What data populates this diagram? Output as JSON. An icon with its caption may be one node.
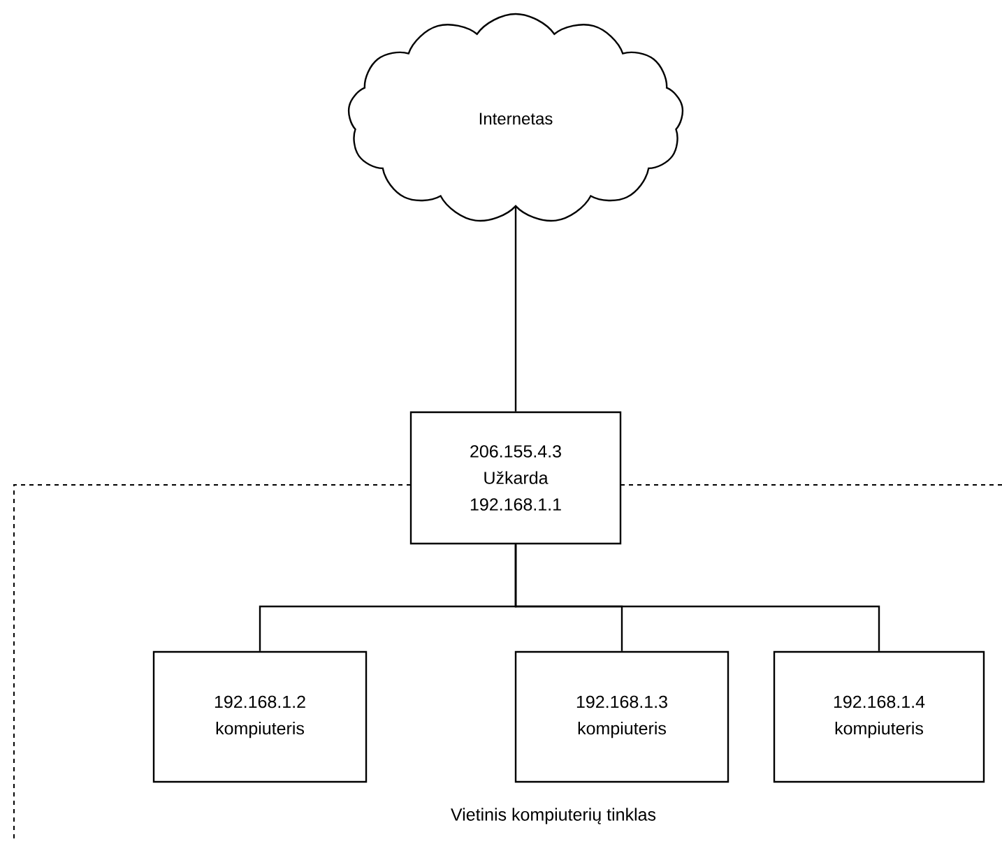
{
  "diagram": {
    "nodes": [
      {
        "text": [
          "Internetas"
        ]
      },
      {
        "text": [
          "206.155.4.3",
          "Užkarda",
          "192.168.1.1"
        ]
      },
      {
        "text": [
          "192.168.1.2",
          "kompiuteris"
        ]
      },
      {
        "text": [
          "192.168.1.3",
          "kompiuteris"
        ]
      },
      {
        "text": [
          "192.168.1.4",
          "kompiuteris"
        ]
      }
    ],
    "edges": [
      {
        "from": 0,
        "to": 1,
        "arrow": "none"
      },
      {
        "from": 1,
        "to": 2,
        "arrow": "none"
      },
      {
        "from": 1,
        "to": 3,
        "arrow": "none"
      },
      {
        "from": 1,
        "to": 4,
        "arrow": "none"
      }
    ],
    "labels": [
      "Vietinis kompiuterių tinklas"
    ]
  }
}
